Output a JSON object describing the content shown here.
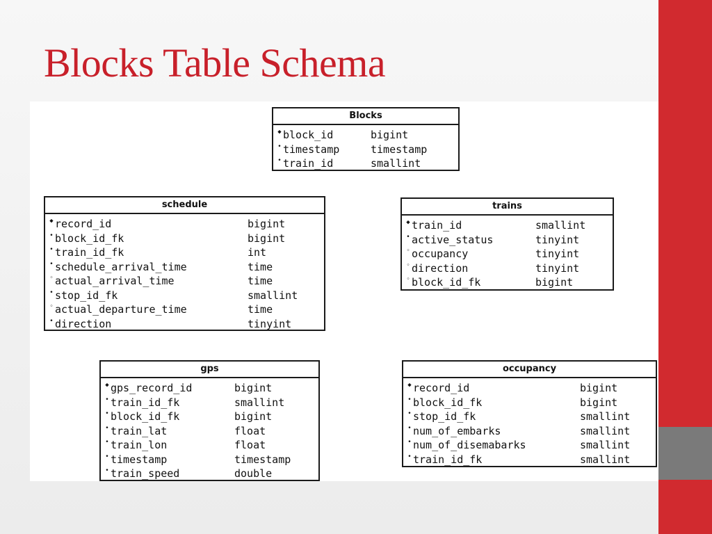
{
  "slide": {
    "title": "Blocks Table Schema",
    "colors": {
      "title": "#c8202a",
      "accent_red": "#d12a2f",
      "accent_gray": "#7a7a7a"
    }
  },
  "key_icons": {
    "pk": "◆",
    "fk": "•",
    "nullable": "◦"
  },
  "tables": [
    {
      "name": "Blocks",
      "columns": [
        {
          "key": "pk",
          "name": "block_id",
          "type": "bigint"
        },
        {
          "key": "fk",
          "name": "timestamp",
          "type": "timestamp"
        },
        {
          "key": "fk",
          "name": "train_id",
          "type": "smallint"
        }
      ]
    },
    {
      "name": "schedule",
      "columns": [
        {
          "key": "pk",
          "name": "record_id",
          "type": "bigint"
        },
        {
          "key": "fk",
          "name": "block_id_fk",
          "type": "bigint"
        },
        {
          "key": "fk",
          "name": "train_id_fk",
          "type": "int"
        },
        {
          "key": "fk",
          "name": "schedule_arrival_time",
          "type": "time"
        },
        {
          "key": "nullable",
          "name": "actual_arrival_time",
          "type": "time"
        },
        {
          "key": "fk",
          "name": "stop_id_fk",
          "type": "smallint"
        },
        {
          "key": "nullable",
          "name": "actual_departure_time",
          "type": "time"
        },
        {
          "key": "fk",
          "name": "direction",
          "type": "tinyint"
        }
      ]
    },
    {
      "name": "trains",
      "columns": [
        {
          "key": "pk",
          "name": "train_id",
          "type": "smallint"
        },
        {
          "key": "fk",
          "name": "active_status",
          "type": "tinyint"
        },
        {
          "key": "nullable",
          "name": "occupancy",
          "type": "tinyint"
        },
        {
          "key": "nullable",
          "name": "direction",
          "type": "tinyint"
        },
        {
          "key": "nullable",
          "name": "block_id_fk",
          "type": "bigint"
        }
      ]
    },
    {
      "name": "gps",
      "columns": [
        {
          "key": "pk",
          "name": "gps_record_id",
          "type": "bigint"
        },
        {
          "key": "fk",
          "name": "train_id_fk",
          "type": "smallint"
        },
        {
          "key": "fk",
          "name": "block_id_fk",
          "type": "bigint"
        },
        {
          "key": "fk",
          "name": "train_lat",
          "type": "float"
        },
        {
          "key": "fk",
          "name": "train_lon",
          "type": "float"
        },
        {
          "key": "fk",
          "name": "timestamp",
          "type": "timestamp"
        },
        {
          "key": "fk",
          "name": "train_speed",
          "type": "double"
        }
      ]
    },
    {
      "name": "occupancy",
      "columns": [
        {
          "key": "pk",
          "name": "record_id",
          "type": "bigint"
        },
        {
          "key": "fk",
          "name": "block_id_fk",
          "type": "bigint"
        },
        {
          "key": "fk",
          "name": "stop_id_fk",
          "type": "smallint"
        },
        {
          "key": "fk",
          "name": "num_of_embarks",
          "type": "smallint"
        },
        {
          "key": "fk",
          "name": "num_of_disemabarks",
          "type": "smallint"
        },
        {
          "key": "fk",
          "name": "train_id_fk",
          "type": "smallint"
        }
      ]
    }
  ]
}
